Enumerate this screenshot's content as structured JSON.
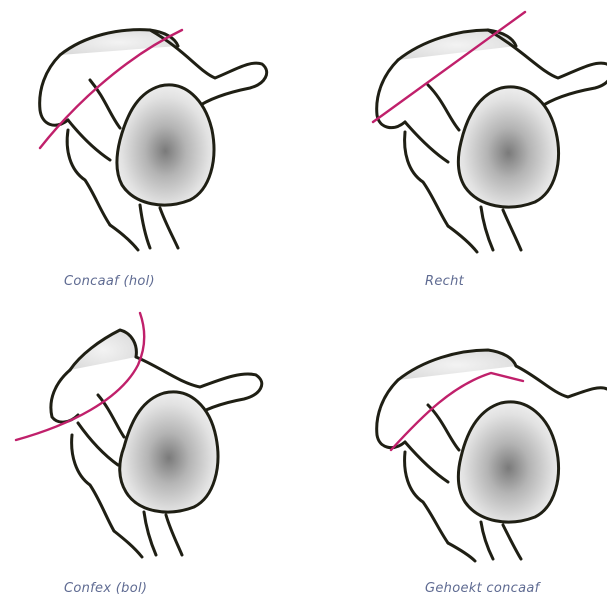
{
  "figure": {
    "panels": [
      {
        "caption": "Concaaf (hol)"
      },
      {
        "caption": "Recht"
      },
      {
        "caption": "Confex (bol)"
      },
      {
        "caption": "Gehoekt concaaf"
      }
    ]
  },
  "colors": {
    "outline": "#1f1f14",
    "acromion_line": "#c0206b",
    "caption_text": "#5f6b92",
    "bone_fill": "#d9d9d9",
    "bone_shade": "#8e8e8e"
  }
}
